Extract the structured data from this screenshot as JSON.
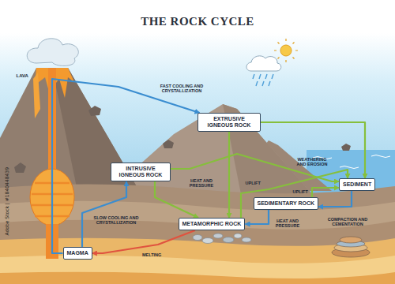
{
  "diagram": {
    "title": "THE ROCK CYCLE",
    "nodes": [
      {
        "text": [
          "EXTRUSIVE IGNEOUS ROCK"
        ]
      },
      {
        "text": [
          "INTRUSIVE IGNEOUS ROCK"
        ]
      },
      {
        "text": [
          "SEDIMENT"
        ]
      },
      {
        "text": [
          "SEDIMENTARY ROCK"
        ]
      },
      {
        "text": [
          "METAMORPHIC ROCK"
        ]
      },
      {
        "text": [
          "MAGMA"
        ]
      }
    ],
    "edges": [
      {
        "from": 5,
        "to": 0,
        "label": "FAST COOLING AND CRYSTALLIZATION",
        "arrow": "to"
      },
      {
        "from": 5,
        "to": 1,
        "label": "SLOW COOLING AND CRYSTALLIZATION",
        "arrow": "to"
      },
      {
        "from": 0,
        "to": 2,
        "label": "WEATHERING AND EROSION",
        "arrow": "to"
      },
      {
        "from": 1,
        "to": 2,
        "arrow": "to"
      },
      {
        "from": 1,
        "to": 4,
        "label": "HEAT AND PRESSURE",
        "arrow": "to"
      },
      {
        "from": 0,
        "to": 4,
        "arrow": "to"
      },
      {
        "from": 4,
        "to": 2,
        "label": "UPLIFT",
        "arrow": "to"
      },
      {
        "from": 2,
        "to": 3,
        "label": "COMPACTION AND CEMENTATION",
        "arrow": "to"
      },
      {
        "from": 3,
        "to": 2,
        "label": "UPLIFT",
        "arrow": "to"
      },
      {
        "from": 3,
        "to": 4,
        "label": "HEAT AND PRESSURE",
        "arrow": "to"
      },
      {
        "from": 4,
        "to": 5,
        "label": "MELTING",
        "arrow": "to"
      }
    ],
    "labels": [
      "LAVA",
      "Adobe Stock | #1840448439"
    ]
  }
}
